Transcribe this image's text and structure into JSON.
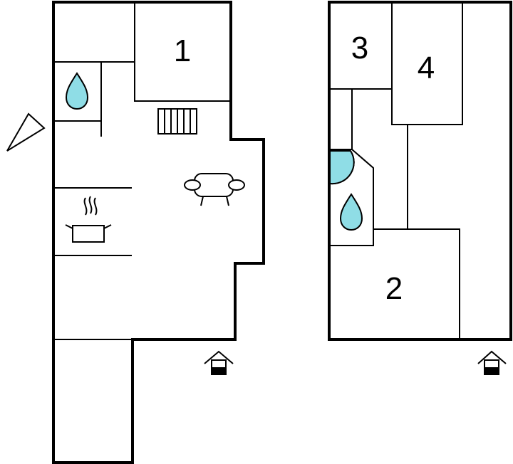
{
  "floor_plan": {
    "rooms": [
      {
        "id": "room-1",
        "label": "1"
      },
      {
        "id": "room-2",
        "label": "2"
      },
      {
        "id": "room-3",
        "label": "3"
      },
      {
        "id": "room-4",
        "label": "4"
      }
    ],
    "icons": [
      "north-arrow-icon",
      "bathroom-drop-icon",
      "stairs-icon",
      "sofa-icon",
      "kitchen-pot-icon",
      "entrance-icon"
    ],
    "colors": {
      "wall": "#000000",
      "water": "#8fdde6",
      "background": "#ffffff"
    }
  }
}
